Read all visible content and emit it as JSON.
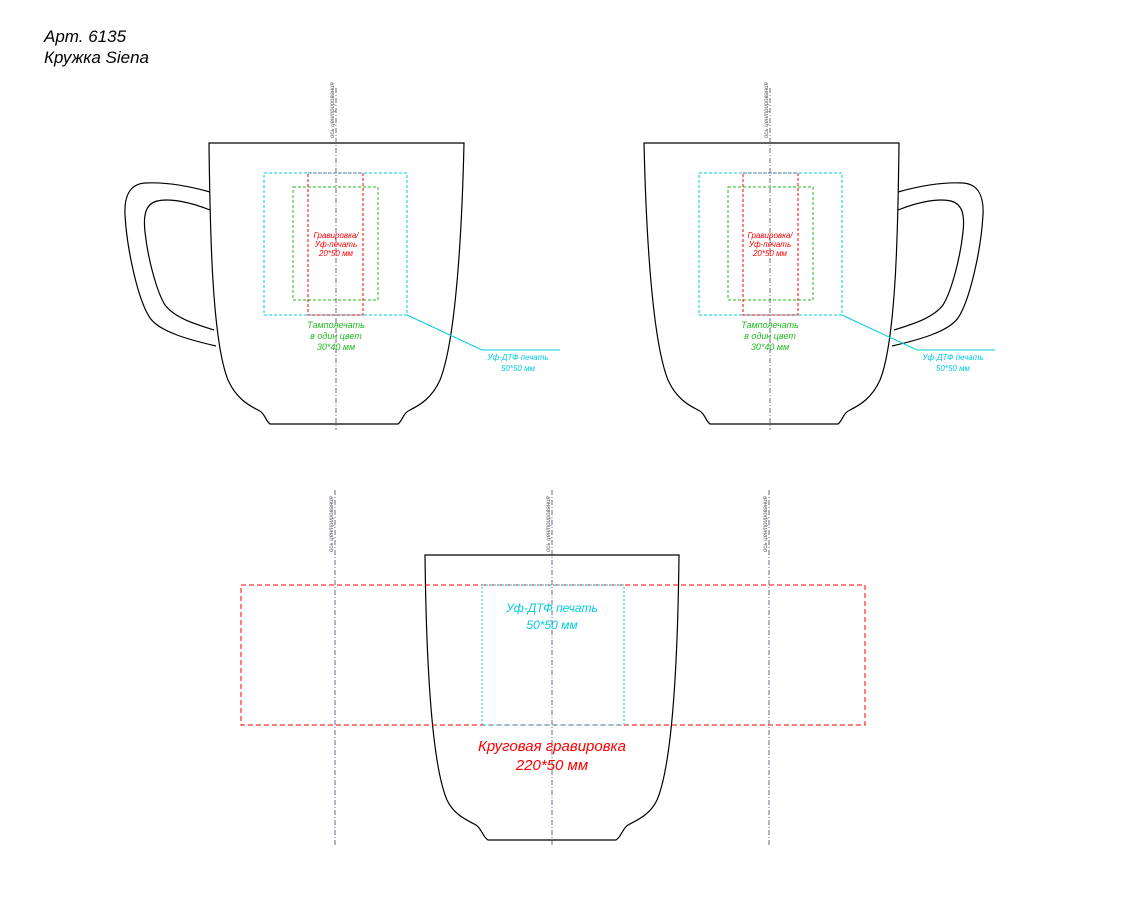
{
  "header": {
    "article": "Арт. 6135",
    "product": "Кружка Siena"
  },
  "labels": {
    "axis": "ось центрирования",
    "engraving_line1": "Гравировка/",
    "engraving_line2": "Уф-печать",
    "engraving_size": "20*50 мм",
    "pad_line1": "Тамполечать",
    "pad_line2": "в один цвет",
    "pad_size": "30*40 мм",
    "uv_dtf": "Уф-ДТФ печать",
    "uv_dtf_size": "50*50 мм",
    "circular": "Круговая гравировка",
    "circular_size": "220*50 мм"
  },
  "colors": {
    "outline": "#000000",
    "axis": "#6a6a8a",
    "engraving": "#ff0000",
    "pad_print": "#22bb22",
    "uv_dtf": "#00ccdd"
  }
}
